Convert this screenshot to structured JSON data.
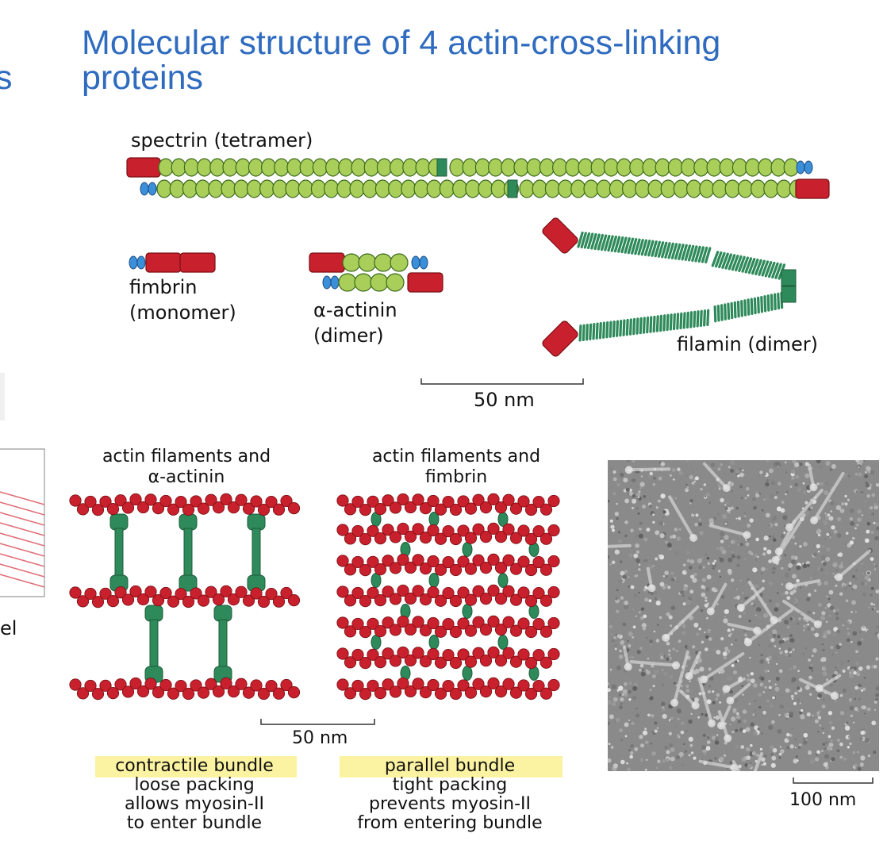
{
  "title": "Molecular structure of 4 actin-cross-linking proteins",
  "cropped_fragments": {
    "left_title_char": "s",
    "left_panel_text": "el"
  },
  "proteins": {
    "spectrin": "spectrin (tetramer)",
    "fimbrin_line1": "fimbrin",
    "fimbrin_line2": "(monomer)",
    "actinin_line1": "α-actinin",
    "actinin_line2": "(dimer)",
    "filamin": "filamin (dimer)"
  },
  "scale_top": "50 nm",
  "bundle_a": {
    "heading_line1": "actin filaments and",
    "heading_line2": "α-actinin",
    "caption_highlight": "contractile bundle",
    "caption_line2": "loose packing",
    "caption_line3": "allows myosin-II",
    "caption_line4": "to enter bundle"
  },
  "bundle_b": {
    "heading_line1": "actin filaments and",
    "heading_line2": "fimbrin",
    "caption_highlight": "parallel bundle",
    "caption_line2": "tight packing",
    "caption_line3": "prevents myosin-II",
    "caption_line4": "from entering bundle"
  },
  "scale_bottom": "50 nm",
  "micrograph_scale": "100 nm",
  "colors": {
    "title": "#2f6bbf",
    "actin_red": "#c8202c",
    "linker_green": "#2e8a5a",
    "spectrin_green": "#a9cf5a",
    "highlight": "#fbf3a1",
    "ef_blue": "#3b8fd9"
  }
}
